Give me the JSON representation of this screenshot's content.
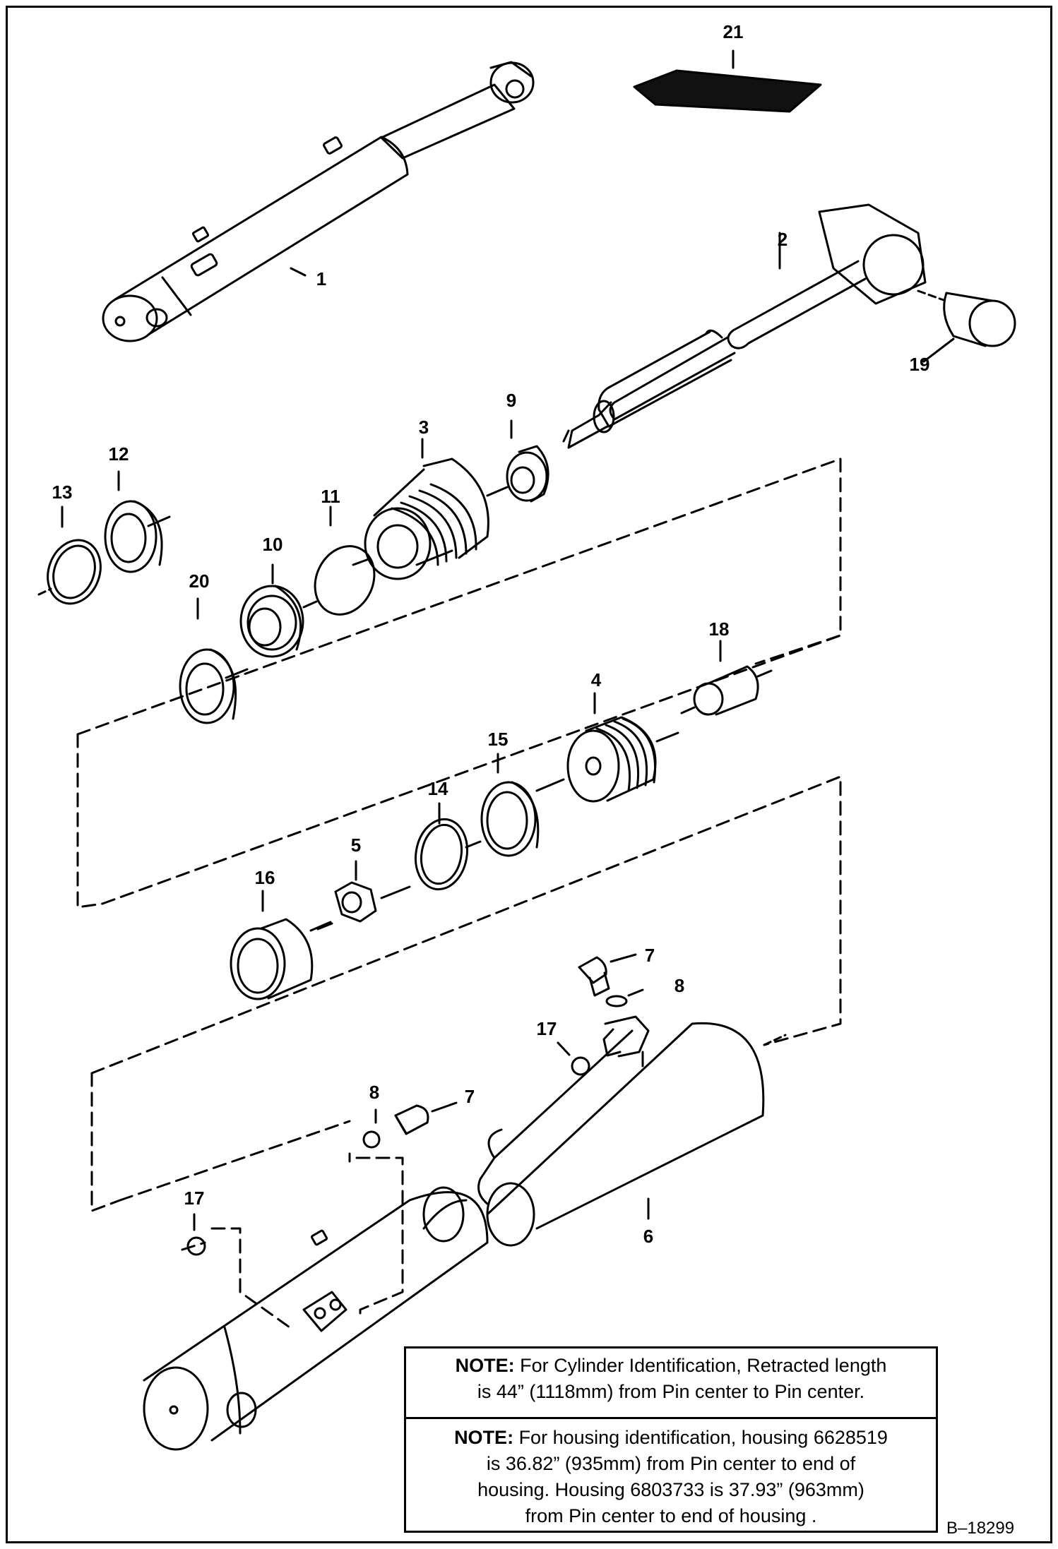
{
  "part_labels": [
    "1",
    "2",
    "3",
    "4",
    "5",
    "6",
    "7",
    "7",
    "8",
    "8",
    "9",
    "10",
    "11",
    "12",
    "13",
    "14",
    "15",
    "16",
    "17",
    "17",
    "18",
    "19",
    "20",
    "21"
  ],
  "notes": {
    "note1": {
      "prefix": "NOTE:",
      "line1": " For Cylinder Identification, Retracted length",
      "line2": "is 44” (1118mm) from Pin center to Pin center."
    },
    "note2": {
      "prefix": "NOTE:",
      "line1": " For housing identification, housing 6628519",
      "line2": "is 36.82” (935mm) from Pin center to end of",
      "line3": "housing. Housing 6803733 is 37.93” (963mm)",
      "line4": "from Pin center to end of housing ."
    }
  },
  "drawing_id": "B–18299"
}
